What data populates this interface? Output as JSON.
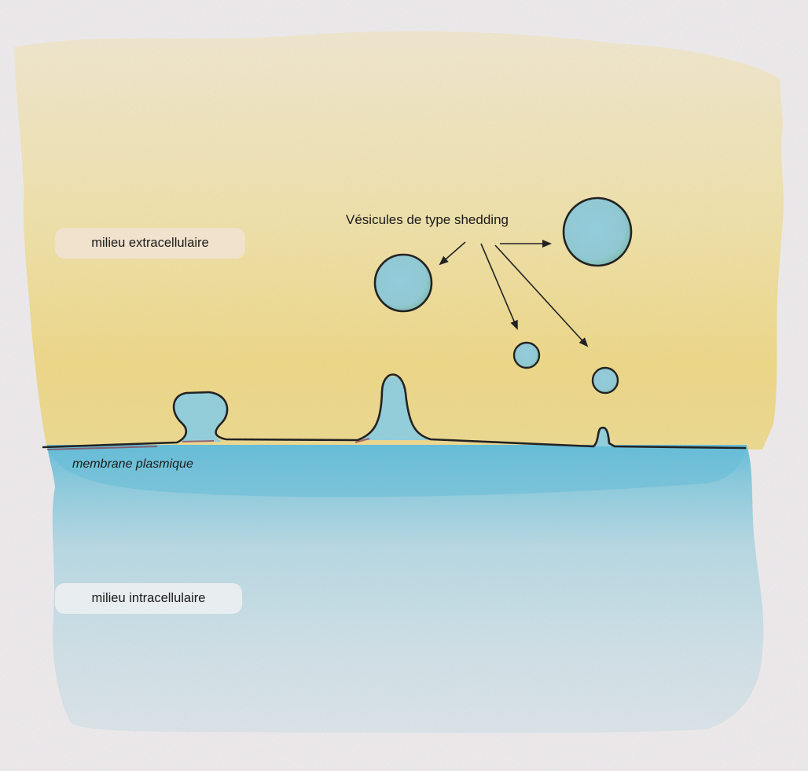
{
  "labels": {
    "extracellular": "milieu extracellulaire",
    "intracellular": "milieu intracellulaire",
    "membrane": "membrane plasmique",
    "vesicles": "Vésicules de type shedding"
  },
  "colors": {
    "paper": "#f1eef0",
    "extracellular_wash": "#f3e6b4",
    "extracellular_yellow": "#f2de8a",
    "intracellular_blue": "#8ccde0",
    "intracellular_pale": "#d3e4ea",
    "vesicle_fill": "#8fd0de",
    "vesicle_green": "#6fb59a",
    "outline": "#111111",
    "membrane_red": "#8a2a3a"
  }
}
